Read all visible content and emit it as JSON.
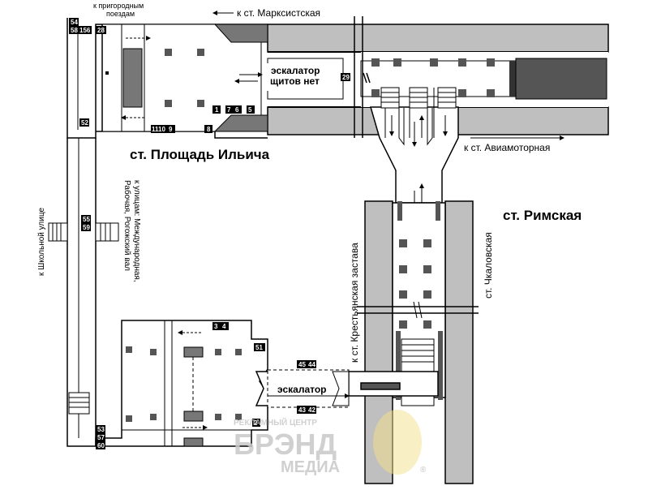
{
  "labels": {
    "to_suburban": "к пригородным поездам",
    "to_suburban_line1": "к пригородным",
    "to_suburban_line2": "поездам",
    "to_marksistskaya": "к ст. Марксистская",
    "escalator_top_line1": "эскалатор",
    "escalator_top_line2": "щитов нет",
    "station_ilyicha": "ст. Площадь Ильича",
    "to_aviamotornaya": "к ст. Авиамоторная",
    "station_rimskaya": "ст. Римская",
    "to_chkalovskaya": "ст. Чкаловская",
    "to_krestyanskaya": "к ст. Крестьянская застава",
    "to_streets_line1": "к улицам: Международная,",
    "to_streets_line2": "Рабочая, Рогожский вал",
    "to_shkolnaya": "к Школьной улице",
    "escalator_bottom": "эскалатор"
  },
  "numbers": {
    "n54": "54",
    "n58": "58",
    "n156": "156",
    "n28": "28",
    "n52": "52",
    "n1110": "1110",
    "n9": "9",
    "n1": "1",
    "n7": "7",
    "n6": "6",
    "n5": "5",
    "n8": "8",
    "n29": "29",
    "n55": "55",
    "n59": "59",
    "n3": "3",
    "n4": "4",
    "n51": "51",
    "n45": "45",
    "n44": "44",
    "n43": "43",
    "n42": "42",
    "n2": "2",
    "n53": "53",
    "n57": "57",
    "n60": "60"
  },
  "watermark": {
    "line1": "РЕКЛАМНЫЙ ЦЕНТР",
    "line2": "БРЭНД",
    "line3": "МЕДИА",
    "registered": "®"
  },
  "colors": {
    "track_gray": "#bfbfbf",
    "pillar_gray": "#555555",
    "dark_block": "#7a7a7a",
    "line_black": "#000000",
    "watermark_gray": "#c8c8c8",
    "watermark_gold": "#f3e08a"
  }
}
